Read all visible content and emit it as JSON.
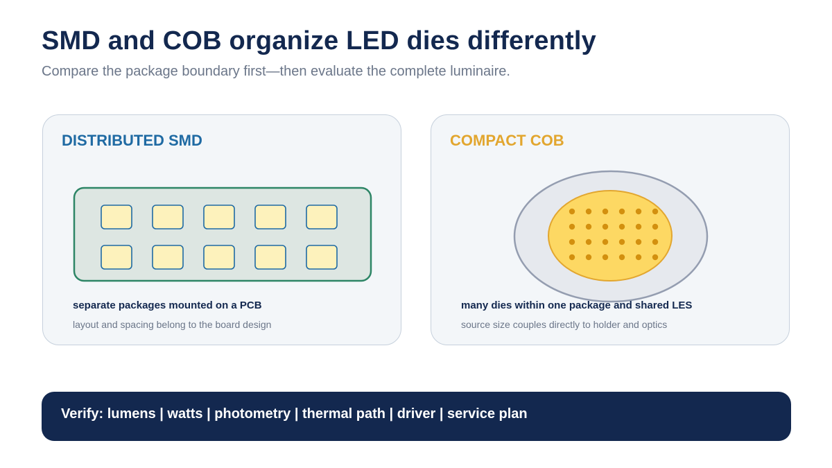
{
  "header": {
    "title": "SMD and COB organize LED dies differently",
    "subtitle": "Compare the package boundary first—then evaluate the complete luminaire."
  },
  "panels": [
    {
      "heading": "DISTRIBUTED SMD",
      "caption": "separate packages mounted on a PCB",
      "note": "layout and spacing belong to the board design"
    },
    {
      "heading": "COMPACT COB",
      "caption": "many dies within one package and shared LES",
      "note": "source size couples directly to holder and optics"
    }
  ],
  "smd_diagram": {
    "rows": 2,
    "columns": 5
  },
  "cob_diagram": {
    "rows": 4,
    "columns": 6
  },
  "footer": {
    "verify_text": "Verify: lumens | watts | photometry | thermal path | driver | service plan"
  },
  "colors": {
    "title": "#13284f",
    "subtitle": "#6b7689",
    "panel_background": "#f3f6f9",
    "panel_border": "#c6d0dc",
    "smd_accent": "#1f6aa3",
    "cob_accent": "#e2a62f",
    "pcb_fill": "#dde6e2",
    "pcb_border": "#2d8566",
    "smd_package_fill": "#fdf2bc",
    "smd_package_border": "#1f6aa3",
    "cob_holder_fill": "#e6e9ee",
    "cob_holder_border": "#949db0",
    "cob_les_fill": "#fdd863",
    "cob_die_fill": "#d3900f",
    "verify_bar": "#13284f"
  }
}
